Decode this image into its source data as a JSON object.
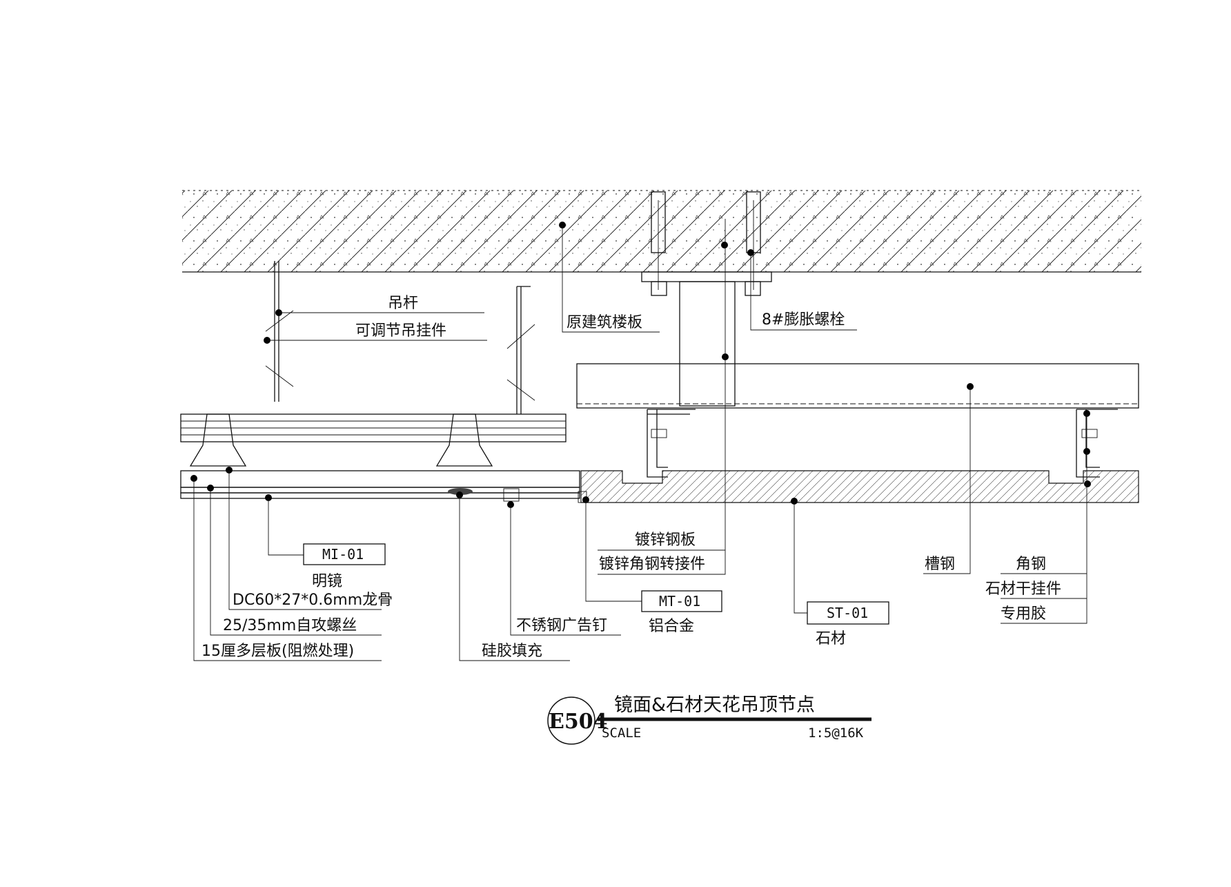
{
  "labels": {
    "hanger_rod": "吊杆",
    "adjustable_hanger": "可调节吊挂件",
    "floor_slab": "原建筑楼板",
    "expansion_bolt": "8#膨胀螺栓",
    "channel_steel": "槽钢",
    "galv_plate": "镀锌钢板",
    "galv_angle_adapter": "镀锌角钢转接件",
    "mi_code": "MI-01",
    "mi_name": "明镜",
    "keel": "DC60*27*0.6mm龙骨",
    "screw": "25/35mm自攻螺丝",
    "plywood": "15厘多层板(阻燃处理)",
    "ss_nail": "不锈钢广告钉",
    "silicone_fill": "硅胶填充",
    "mt_code": "MT-01",
    "mt_name": "铝合金",
    "st_code": "ST-01",
    "st_name": "石材",
    "angle_steel": "角钢",
    "stone_hanger": "石材干挂件",
    "special_glue": "专用胶"
  },
  "title_block": {
    "tag": "E504",
    "title": "镜面&石材天花吊顶节点",
    "scale_label": "SCALE",
    "scale_value": "1:5@16K"
  }
}
